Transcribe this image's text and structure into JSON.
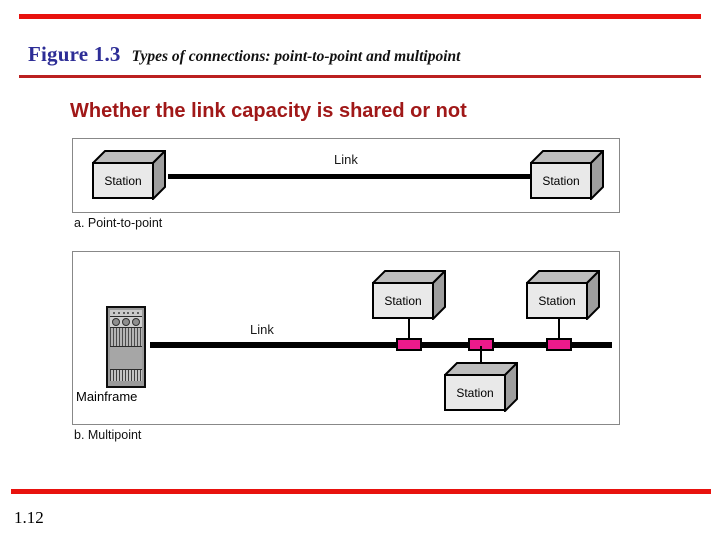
{
  "slide": {
    "figure_label": "Figure 1.3",
    "figure_caption": "Types of connections: point-to-point and multipoint",
    "subtitle": "Whether the link capacity is shared or not",
    "page_number": "1.12",
    "colors": {
      "rule_top": "#e8120e",
      "rule_mid": "#bb2020",
      "rule_bottom": "#e8120e",
      "figure_label": "#2d2d96",
      "subtitle": "#a01818",
      "tap_connector": "#ec1a8b",
      "station_face": "#e9e9e9",
      "station_shade": "#a8a8a8"
    }
  },
  "panels": [
    {
      "id": "point-to-point",
      "caption": "a. Point-to-point",
      "link_label": "Link",
      "stations": [
        {
          "label": "Station"
        },
        {
          "label": "Station"
        }
      ]
    },
    {
      "id": "multipoint",
      "caption": "b. Multipoint",
      "link_label": "Link",
      "mainframe_label": "Mainframe",
      "stations": [
        {
          "label": "Station"
        },
        {
          "label": "Station"
        },
        {
          "label": "Station"
        }
      ]
    }
  ]
}
